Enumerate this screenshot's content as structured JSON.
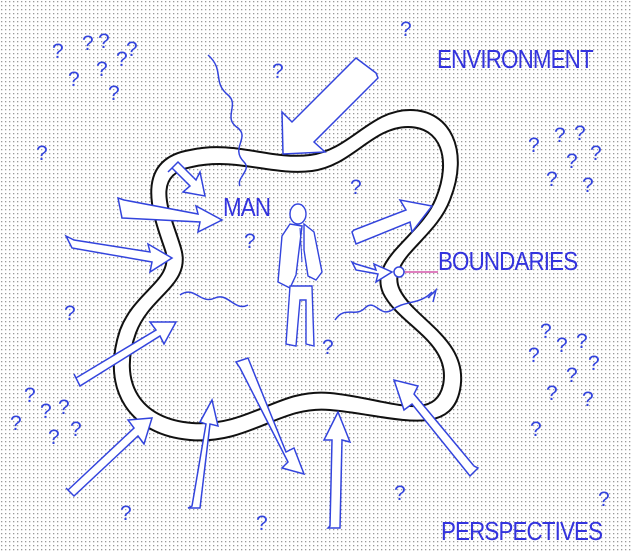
{
  "labels": {
    "environment": "ENVIRONMENT",
    "man": "MAN",
    "boundaries": "BOUNDARIES",
    "perspectives": "PERSPECTIVES"
  },
  "question_glyph": "?",
  "colors": {
    "ink": "#3344dd",
    "outline": "#111111",
    "dots": "#9a9a9a",
    "pointer": "#cc3399"
  },
  "icons": {
    "figure": "man-figure-icon",
    "arrows": "perspective-arrow-icon"
  }
}
